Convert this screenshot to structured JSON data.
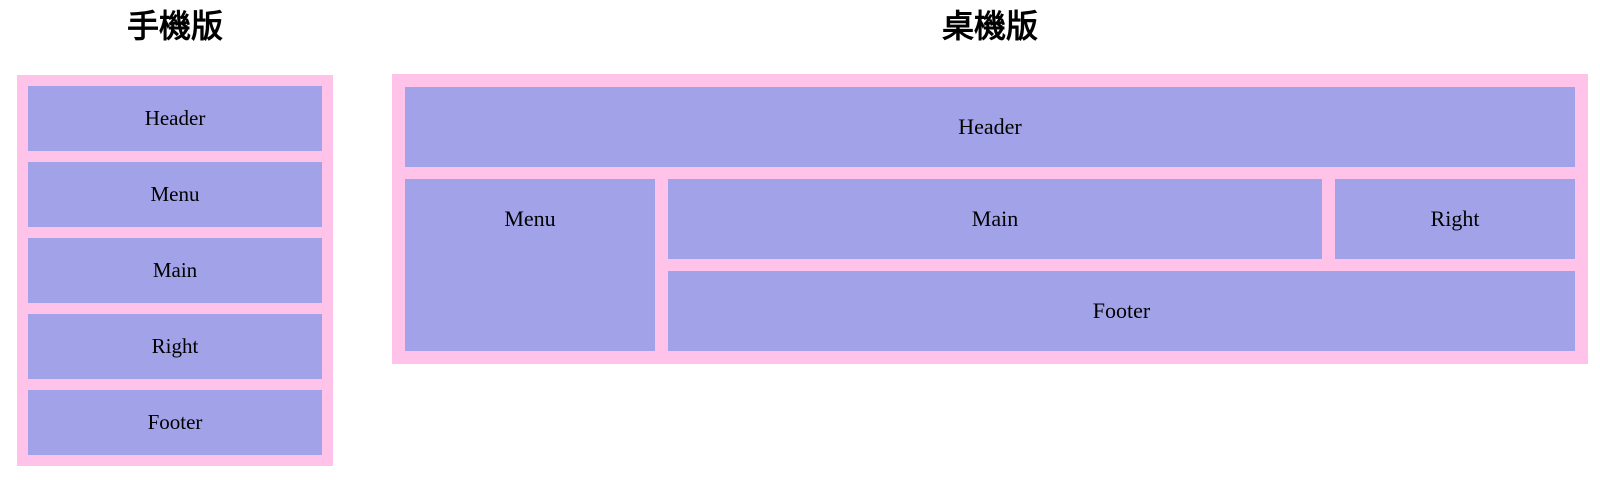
{
  "mobile": {
    "title": "手機版",
    "boxes": [
      "Header",
      "Menu",
      "Main",
      "Right",
      "Footer"
    ]
  },
  "desktop": {
    "title": "桌機版",
    "areas": {
      "header": "Header",
      "menu": "Menu",
      "main": "Main",
      "right": "Right",
      "footer": "Footer"
    }
  },
  "colors": {
    "container_background": "#ffc3ea",
    "box_background": "#a2a2e8",
    "title_text": "#000000",
    "box_label_text": "#000000",
    "page_background": "#ffffff"
  }
}
